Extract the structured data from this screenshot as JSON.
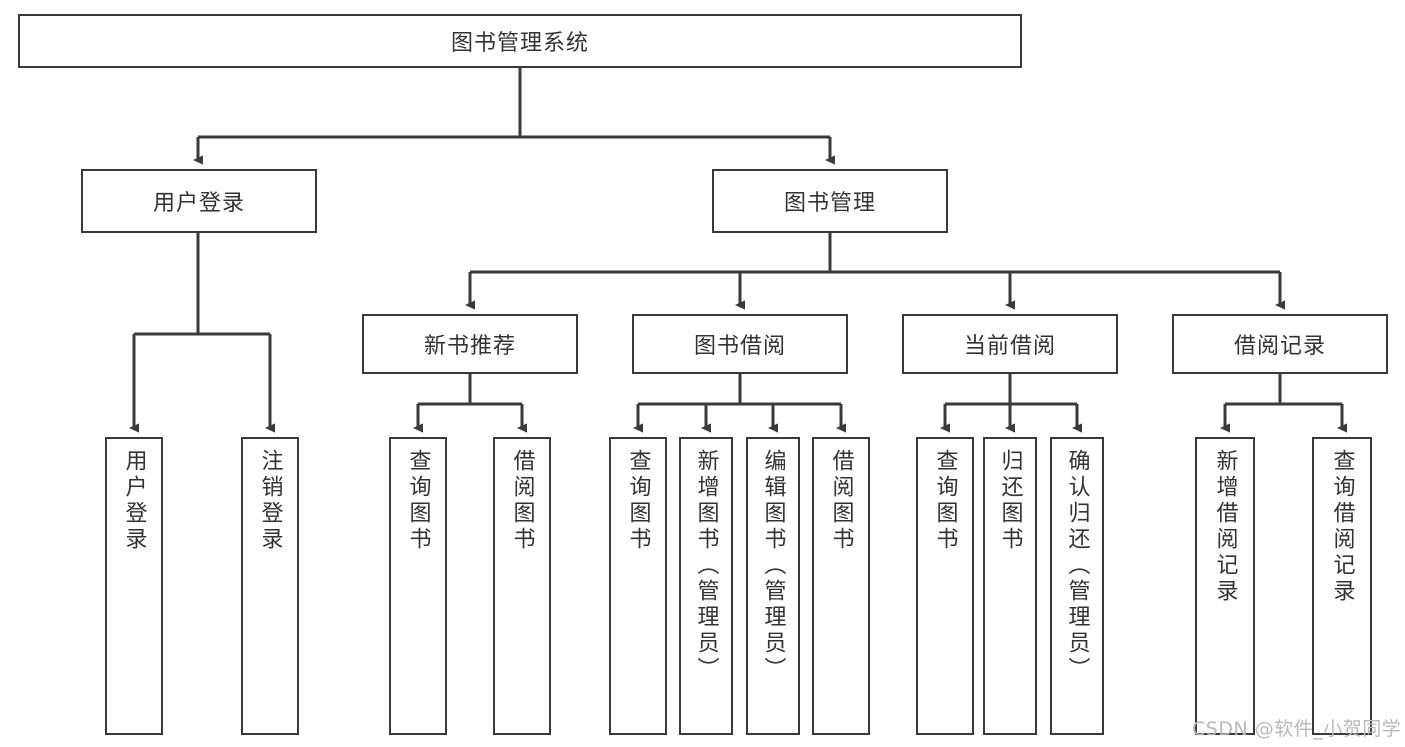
{
  "diagram": {
    "title": "图书管理系统",
    "type": "tree-hierarchy",
    "orientation": "top-down",
    "colors": {
      "box_border": "#3a3a3a",
      "box_fill": "#ffffff",
      "edge": "#3a3a3a",
      "text": "#333333",
      "watermark": "#b9b9b9",
      "background": "#ffffff"
    },
    "root": {
      "label": "图书管理系统"
    },
    "level2": [
      {
        "label": "用户登录"
      },
      {
        "label": "图书管理"
      }
    ],
    "level3": [
      {
        "label": "新书推荐"
      },
      {
        "label": "图书借阅"
      },
      {
        "label": "当前借阅"
      },
      {
        "label": "借阅记录"
      }
    ],
    "leaves": {
      "user_login": [
        {
          "label": "用户登录"
        },
        {
          "label": "注销登录"
        }
      ],
      "new_book_recommend": [
        {
          "label": "查询图书"
        },
        {
          "label": "借阅图书"
        }
      ],
      "book_borrow": [
        {
          "label": "查询图书"
        },
        {
          "label": "新增图书（管理员）"
        },
        {
          "label": "编辑图书（管理员）"
        },
        {
          "label": "借阅图书"
        }
      ],
      "current_borrow": [
        {
          "label": "查询图书"
        },
        {
          "label": "归还图书"
        },
        {
          "label": "确认归还（管理员）"
        }
      ],
      "borrow_record": [
        {
          "label": "新增借阅记录"
        },
        {
          "label": "查询借阅记录"
        }
      ]
    }
  },
  "watermark": {
    "text": "CSDN @软件_小贺同学"
  }
}
